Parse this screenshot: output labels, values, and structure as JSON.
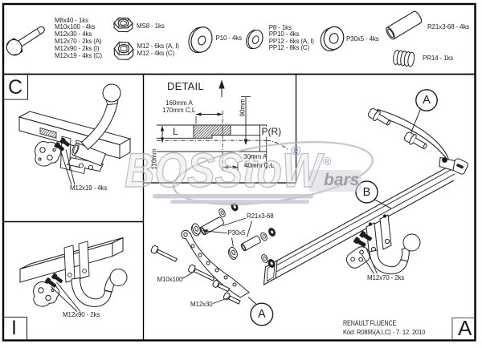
{
  "parts_list": {
    "bolts": {
      "lines": [
        "M8x40 - 1ks",
        "M10x100 - 4ks",
        "M12x30 - 4ks",
        "M12x70 - 2ks (A)",
        "M12x90 - 2ks (I)",
        "M12x19 - 4ks (C)"
      ]
    },
    "nut_ms8": {
      "label": "MS8 - 1ks"
    },
    "nut_m12": {
      "lines": [
        "M12 - 6ks (A, I)",
        "M12 - 4ks (C)"
      ]
    },
    "washer_p10": {
      "label": "P10 - 4ks"
    },
    "washer_pp": {
      "lines": [
        "P8 - 1ks",
        "PP10 - 4ks",
        "PP12 - 6ks (A, I)",
        "PP12 - 8ks (C)"
      ]
    },
    "washer_p30": {
      "label": "P30x5 - 4ks"
    },
    "tube_r21": {
      "label": "R21x3-68 - 4ks"
    },
    "spring_pr14": {
      "label": "PR14 - 1ks"
    }
  },
  "sections": {
    "c_label": "C",
    "i_label": "I",
    "corner_label": "A"
  },
  "section_c": {
    "callout": "M12x19 - 4ks"
  },
  "section_i": {
    "callout": "M12x90 - 2ks"
  },
  "detail": {
    "title": "DETAIL",
    "dim_160": "160mm A",
    "dim_170": "170mm C,L",
    "dim_90": "90mm",
    "dim_110": "110mm",
    "dim_30": "30mm A",
    "dim_40": "40mm C,L",
    "label_l": "L",
    "label_pr": "P(R)"
  },
  "main": {
    "balloon_a_top": "A",
    "balloon_b": "B",
    "balloon_a_bottom": "A",
    "callout_r21": "R21x3-68",
    "callout_p30": "P30x5",
    "callout_m10": "M10x100",
    "callout_m12x30": "M12x30",
    "callout_m12x70": "M12x70 - 2ks"
  },
  "titleblock": {
    "vehicle": "RENAULT FLUENCE",
    "code": "Kód: R0895(A,I,C) - 7. 12. 2010"
  },
  "watermark": {
    "text": "BOSStoW",
    "reg_big": "®",
    "reg_small": "®",
    "bars": "bars"
  },
  "colors": {
    "line": "#1f1f1f",
    "watermark_gray": "#a8a8ae",
    "watermark_blue": "#96a3c8",
    "bar_gray": "#c6c6cc",
    "bar_blue": "#c7ccdc"
  }
}
